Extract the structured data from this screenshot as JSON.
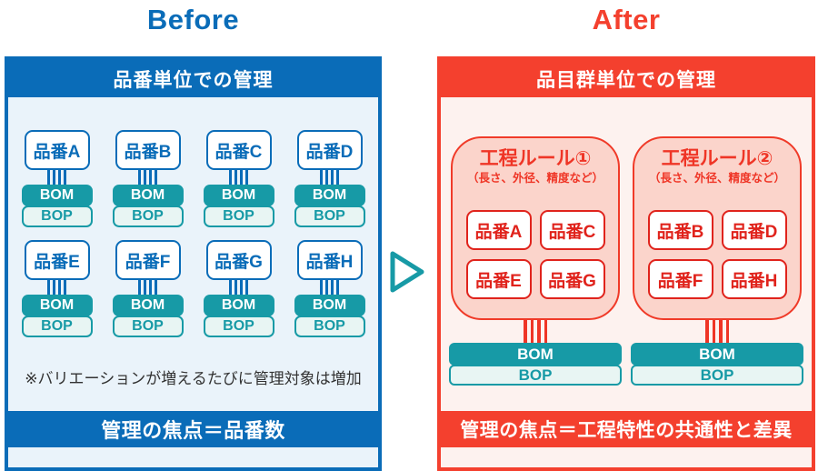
{
  "titles": {
    "before": "Before",
    "after": "After"
  },
  "colors": {
    "blue": "#0a6cb8",
    "blue_bg": "#eaf3fa",
    "red": "#f4402e",
    "red_bg": "#fdf2ef",
    "rule_box_bg": "#fbd4cb",
    "item_red": "#e0231c",
    "teal": "#179aa6",
    "teal_bg": "#e8f5f3",
    "note_text": "#333333"
  },
  "before_panel": {
    "header": "品番単位での管理",
    "units": [
      {
        "label": "品番A",
        "bom": "BOM",
        "bop": "BOP"
      },
      {
        "label": "品番B",
        "bom": "BOM",
        "bop": "BOP"
      },
      {
        "label": "品番C",
        "bom": "BOM",
        "bop": "BOP"
      },
      {
        "label": "品番D",
        "bom": "BOM",
        "bop": "BOP"
      },
      {
        "label": "品番E",
        "bom": "BOM",
        "bop": "BOP"
      },
      {
        "label": "品番F",
        "bom": "BOM",
        "bop": "BOP"
      },
      {
        "label": "品番G",
        "bom": "BOM",
        "bop": "BOP"
      },
      {
        "label": "品番H",
        "bom": "BOM",
        "bop": "BOP"
      }
    ],
    "note": "※バリエーションが増えるたびに管理対象は増加",
    "footer": "管理の焦点＝品番数"
  },
  "after_panel": {
    "header": "品目群単位での管理",
    "groups": [
      {
        "title": "工程ルール①",
        "subtitle": "（長さ、外径、精度など）",
        "items": [
          "品番A",
          "品番C",
          "品番E",
          "品番G"
        ],
        "bom": "BOM",
        "bop": "BOP"
      },
      {
        "title": "工程ルール②",
        "subtitle": "（長さ、外径、精度など）",
        "items": [
          "品番B",
          "品番D",
          "品番F",
          "品番H"
        ],
        "bom": "BOM",
        "bop": "BOP"
      }
    ],
    "footer": "管理の焦点＝工程特性の共通性と差異"
  },
  "arrow_icon": "right-triangle"
}
